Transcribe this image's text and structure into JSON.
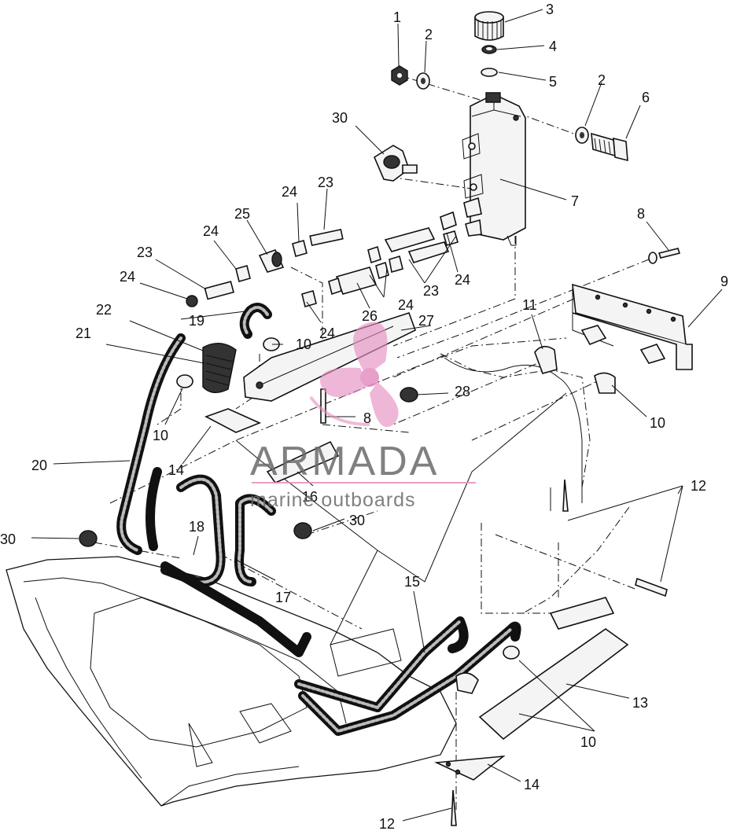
{
  "callouts": [
    {
      "label": "1"
    },
    {
      "label": "2"
    },
    {
      "label": "3"
    },
    {
      "label": "4"
    },
    {
      "label": "5"
    },
    {
      "label": "2"
    },
    {
      "label": "6"
    },
    {
      "label": "30"
    },
    {
      "label": "7"
    },
    {
      "label": "8"
    },
    {
      "label": "9"
    },
    {
      "label": "24"
    },
    {
      "label": "23"
    },
    {
      "label": "25"
    },
    {
      "label": "24"
    },
    {
      "label": "23"
    },
    {
      "label": "24"
    },
    {
      "label": "24"
    },
    {
      "label": "23"
    },
    {
      "label": "24"
    },
    {
      "label": "26"
    },
    {
      "label": "24"
    },
    {
      "label": "27"
    },
    {
      "label": "11"
    },
    {
      "label": "22"
    },
    {
      "label": "19"
    },
    {
      "label": "10"
    },
    {
      "label": "21"
    },
    {
      "label": "10"
    },
    {
      "label": "28"
    },
    {
      "label": "8"
    },
    {
      "label": "10"
    },
    {
      "label": "20"
    },
    {
      "label": "14"
    },
    {
      "label": "16"
    },
    {
      "label": "12"
    },
    {
      "label": "30"
    },
    {
      "label": "18"
    },
    {
      "label": "30"
    },
    {
      "label": "17"
    },
    {
      "label": "15"
    },
    {
      "label": "13"
    },
    {
      "label": "10"
    },
    {
      "label": "14"
    },
    {
      "label": "12"
    }
  ],
  "watermark": {
    "brand": "ARMADA",
    "tagline": "marine outboards",
    "logo_color": "#e58fc0",
    "text_color": "#6a6a6a"
  }
}
